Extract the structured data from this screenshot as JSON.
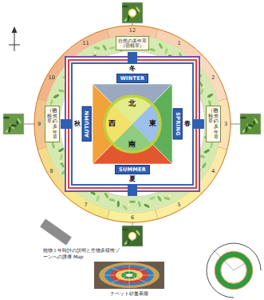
{
  "diagram": {
    "caption": "チベット砂曼荼羅",
    "nodes": [
      {
        "text": [
          "自然の多年草",
          "（宿根草）"
        ]
      },
      {
        "text": [
          "WINTER"
        ]
      },
      {
        "text": [
          "自然の多年草",
          "（宿根草）"
        ]
      },
      {
        "text": [
          "AUTUMN"
        ]
      },
      {
        "text": [
          "北",
          "西",
          "東",
          "南"
        ]
      },
      {
        "text": [
          "SPRING"
        ]
      },
      {
        "text": [
          "自然の多年草",
          "（宿根草）"
        ]
      },
      {
        "text": [
          "SUMMER"
        ]
      }
    ],
    "labels": [
      "冬",
      "秋",
      "春",
      "夏",
      "1",
      "2",
      "3",
      "4",
      "5",
      "6",
      "7",
      "8",
      "9",
      "10",
      "11",
      "12",
      "植物１年時計の説明と生物多様性ゾーンへの誘導 Map"
    ]
  }
}
